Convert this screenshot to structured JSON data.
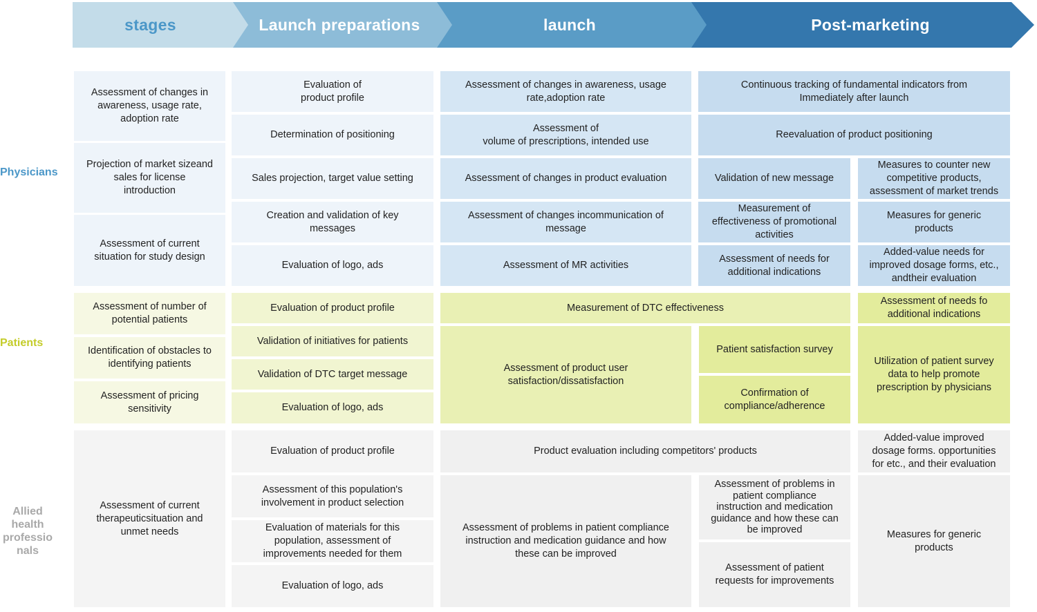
{
  "header": {
    "stages": "stages",
    "launch_preparations": "Launch preparations",
    "launch": "launch",
    "post_marketing": "Post-marketing"
  },
  "rows": {
    "physicians": "Physicians",
    "patients": "Patients",
    "allied": [
      "Allied",
      "health",
      "professio",
      "nals"
    ]
  },
  "colors": {
    "stage_arrow": "#c3dce9",
    "prep_arrow": "#8dbcd8",
    "launch_arrow": "#5a9cc6",
    "post_arrow": "#3477ad",
    "physicians_label": "#4b97c8",
    "patients_label": "#c4cc2a",
    "allied_label": "#a9a9a9"
  },
  "physicians": {
    "stage": {
      "a": [
        "Assessment of changes in",
        "awareness, usage rate,",
        "adoption rate"
      ],
      "b": [
        "Projection of market sizeand",
        "sales for license",
        "introduction"
      ],
      "c": [
        "Assessment of current",
        "situation for study design"
      ]
    },
    "prep": {
      "a": [
        "Evaluation of",
        "product profile"
      ],
      "b": [
        "Determination of positioning"
      ],
      "c": [
        "Sales projection, target value setting"
      ],
      "d": [
        "Creation and validation of key",
        "messages"
      ],
      "e": [
        "Evaluation of logo, ads"
      ]
    },
    "launch": {
      "a": [
        "Assessment of changes in awareness, usage",
        "rate,adoption rate"
      ],
      "b": [
        "Assessment of",
        "volume of prescriptions, intended use"
      ],
      "c": [
        "Assessment of changes in product evaluation"
      ],
      "d": [
        "Assessment of changes incommunication of",
        "message"
      ],
      "e": [
        "Assessment of MR activities"
      ]
    },
    "post": {
      "a": [
        "Continuous tracking of fundamental indicators from",
        "Immediately after launch"
      ],
      "b": [
        "Reevaluation of product positioning"
      ],
      "c1": [
        "Validation of new message"
      ],
      "c2": [
        "Measures to counter new",
        "competitive products,",
        "assessment of market trends"
      ],
      "d1": [
        "Measurement of",
        "effectiveness of promotional",
        "activities"
      ],
      "d2": [
        "Measures for generic",
        "products"
      ],
      "e1": [
        "Assessment of needs for",
        "additional indications"
      ],
      "e2": [
        "Added-value needs for",
        "improved dosage forms, etc.,",
        "andtheir evaluation"
      ]
    }
  },
  "patients": {
    "stage": {
      "a": [
        "Assessment of number of",
        "potential patients"
      ],
      "b": [
        "Identification of obstacles to",
        "identifying patients"
      ],
      "c": [
        "Assessment of pricing",
        "sensitivity"
      ]
    },
    "prep": {
      "a": [
        "Evaluation of product profile"
      ],
      "b": [
        "Validation of initiatives for patients"
      ],
      "c": [
        "Validation of DTC target message"
      ],
      "d": [
        "Evaluation of logo, ads"
      ]
    },
    "launch": {
      "dtc": [
        "Measurement of DTC effectiveness"
      ],
      "user": [
        "Assessment of product user",
        "satisfaction/dissatisfaction"
      ],
      "survey": [
        "Patient satisfaction survey"
      ],
      "compliance": [
        "Confirmation of",
        "compliance/adherence"
      ]
    },
    "post": {
      "a": [
        "Assessment of needs fo",
        "additional indications"
      ],
      "b": [
        "Utilization of patient survey",
        "data to help promote",
        "prescription by physicians"
      ]
    }
  },
  "allied": {
    "stage": [
      "Assessment of current",
      "therapeuticsituation and",
      "unmet needs"
    ],
    "prep": {
      "a": [
        "Evaluation of product profile"
      ],
      "b": [
        "Assessment of this population's",
        "involvement in product selection"
      ],
      "c": [
        "Evaluation of materials for this",
        "population, assessment of",
        "improvements needed for them"
      ],
      "d": [
        "Evaluation of logo, ads"
      ]
    },
    "launch": {
      "eval": [
        "Product evaluation including competitors' products"
      ],
      "problems": [
        "Assessment of problems in patient compliance",
        "instruction and medication guidance and how",
        "these can be improved"
      ],
      "problems2": [
        "Assessment of problems in",
        "patient compliance",
        "instruction and medication",
        "guidance and how these can",
        "be improved"
      ],
      "requests": [
        "Assessment of patient",
        "requests for improvements"
      ]
    },
    "post": {
      "a": [
        "Added-value improved",
        "dosage forms. opportunities",
        "for etc., and their evaluation"
      ],
      "b": [
        "Measures for generic",
        "products"
      ]
    }
  }
}
